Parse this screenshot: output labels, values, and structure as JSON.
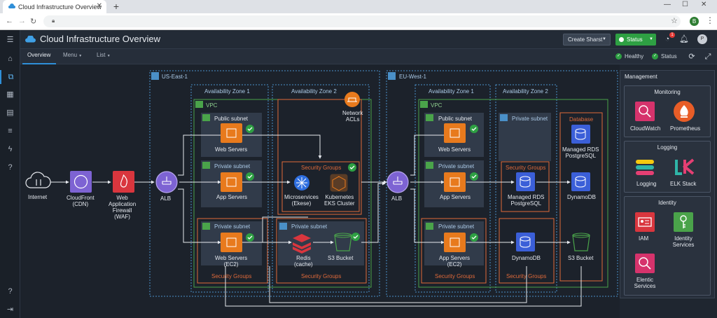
{
  "browser": {
    "tab_title": "Cloud Infrastructure Overview",
    "tab_close": "✕",
    "new_tab": "+",
    "url": "",
    "account_initial": "B"
  },
  "app": {
    "title": "Cloud Infrastructure Overview",
    "create_button": "Create Sharst",
    "status_button": "Status",
    "notification_count": "1",
    "profile_initial": "P"
  },
  "subnav": {
    "tabs": [
      "Overview",
      "Menu",
      "List"
    ],
    "healthy": "Healthy",
    "status": "Status"
  },
  "colors": {
    "accent": "#2f8fd8",
    "green": "#2ea043",
    "orange": "#e87a1d",
    "purple": "#7d63d3",
    "red": "#d9363e",
    "region_border": "#4a90c8",
    "vpc_border": "#4aa34a",
    "security_border": "#e06a3a"
  },
  "diagram": {
    "internet": "Internet",
    "cloudfront": [
      "CloudFront",
      "(CDN)"
    ],
    "waf": [
      "Web",
      "Application",
      "Firewall",
      "(WAF)"
    ],
    "alb": "ALB",
    "us": {
      "region": "US-East-1",
      "az1": "Availability Zone 1",
      "az2": "Availability Zone 2",
      "vpc": "VPC",
      "network_acls": [
        "Network",
        "ACLs"
      ],
      "public_subnet": "Public subnet",
      "private_subnet_1": "Private subnet",
      "private_subnet_2": "Private subnet",
      "private_subnet_3": "Private subnet",
      "web_servers": "Web Servers",
      "app_servers": "App Servers",
      "web_servers_ec2": [
        "Web Servers",
        "(EC2)"
      ],
      "security_groups_top": "Security Groups",
      "microservices": [
        "Microservices",
        "(Ekese)"
      ],
      "kubernetes": [
        "Kubernetes",
        "EKS Cluster"
      ],
      "redis": [
        "Redis",
        "(cache)"
      ],
      "s3": "S3 Bucket",
      "sg_az1": "Security Groups",
      "sg_az2": "Security Groups"
    },
    "eu": {
      "region": "EU-West-1",
      "az1": "Availability Zone 1",
      "az2": "Availability Zone 2",
      "vpc": "VPC",
      "public_subnet": "Public subnet",
      "private_subnet_1": "Private subnet",
      "private_subnet_2": "Private subnet",
      "private_subnet_az2": "Private subnet",
      "web_servers": "Web Servers",
      "app_servers": "App Servers",
      "app_servers_ec2": [
        "App Servers",
        "(EC2)"
      ],
      "security_groups_mid": "Security Groups",
      "managed_rds_mid": [
        "Managed RDS",
        "PostgreSQL"
      ],
      "dynamodb_az2": "DynamoDB",
      "database": "Database",
      "managed_rds_db": [
        "Managed RDS",
        "PostgreSQL"
      ],
      "dynamodb_db": "DynamoDB",
      "s3": "S3 Bucket",
      "sg_az1": "Security Groups",
      "sg_az2": "Security Groups"
    }
  },
  "management": {
    "title": "Management",
    "monitoring": {
      "title": "Monitoring",
      "items": [
        "CloudWatch",
        "Prometheus"
      ]
    },
    "logging": {
      "title": "Logging",
      "items": [
        "Logging",
        "ELK Stack"
      ]
    },
    "identity": {
      "title": "Identity",
      "items": [
        "IAM",
        "Identity Services",
        "Elentic Services"
      ]
    }
  }
}
